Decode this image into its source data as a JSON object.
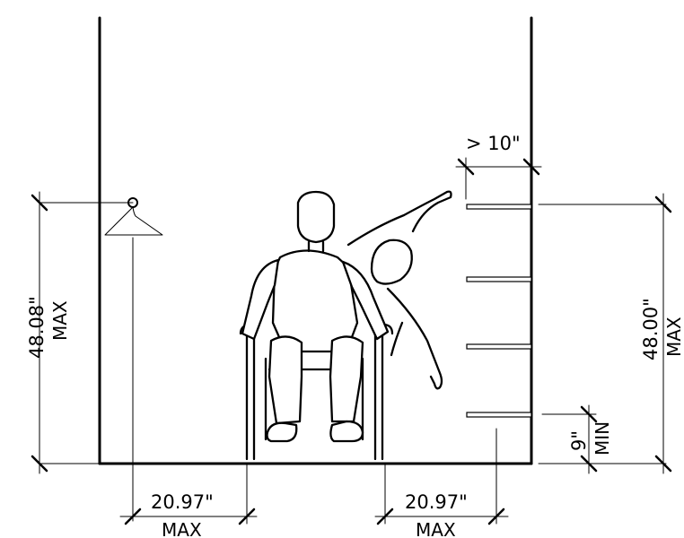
{
  "dimensions": {
    "hanger_height": {
      "value": "48.08\"",
      "qualifier": "MAX"
    },
    "shelf_height": {
      "value": "48.00\"",
      "qualifier": "MAX"
    },
    "bottom_shelf": {
      "value": "9\"",
      "qualifier": "MIN"
    },
    "reach_depth": {
      "value": "> 10\""
    },
    "left_clearance": {
      "value": "20.97\"",
      "qualifier": "MAX"
    },
    "right_clearance": {
      "value": "20.97\"",
      "qualifier": "MAX"
    }
  }
}
